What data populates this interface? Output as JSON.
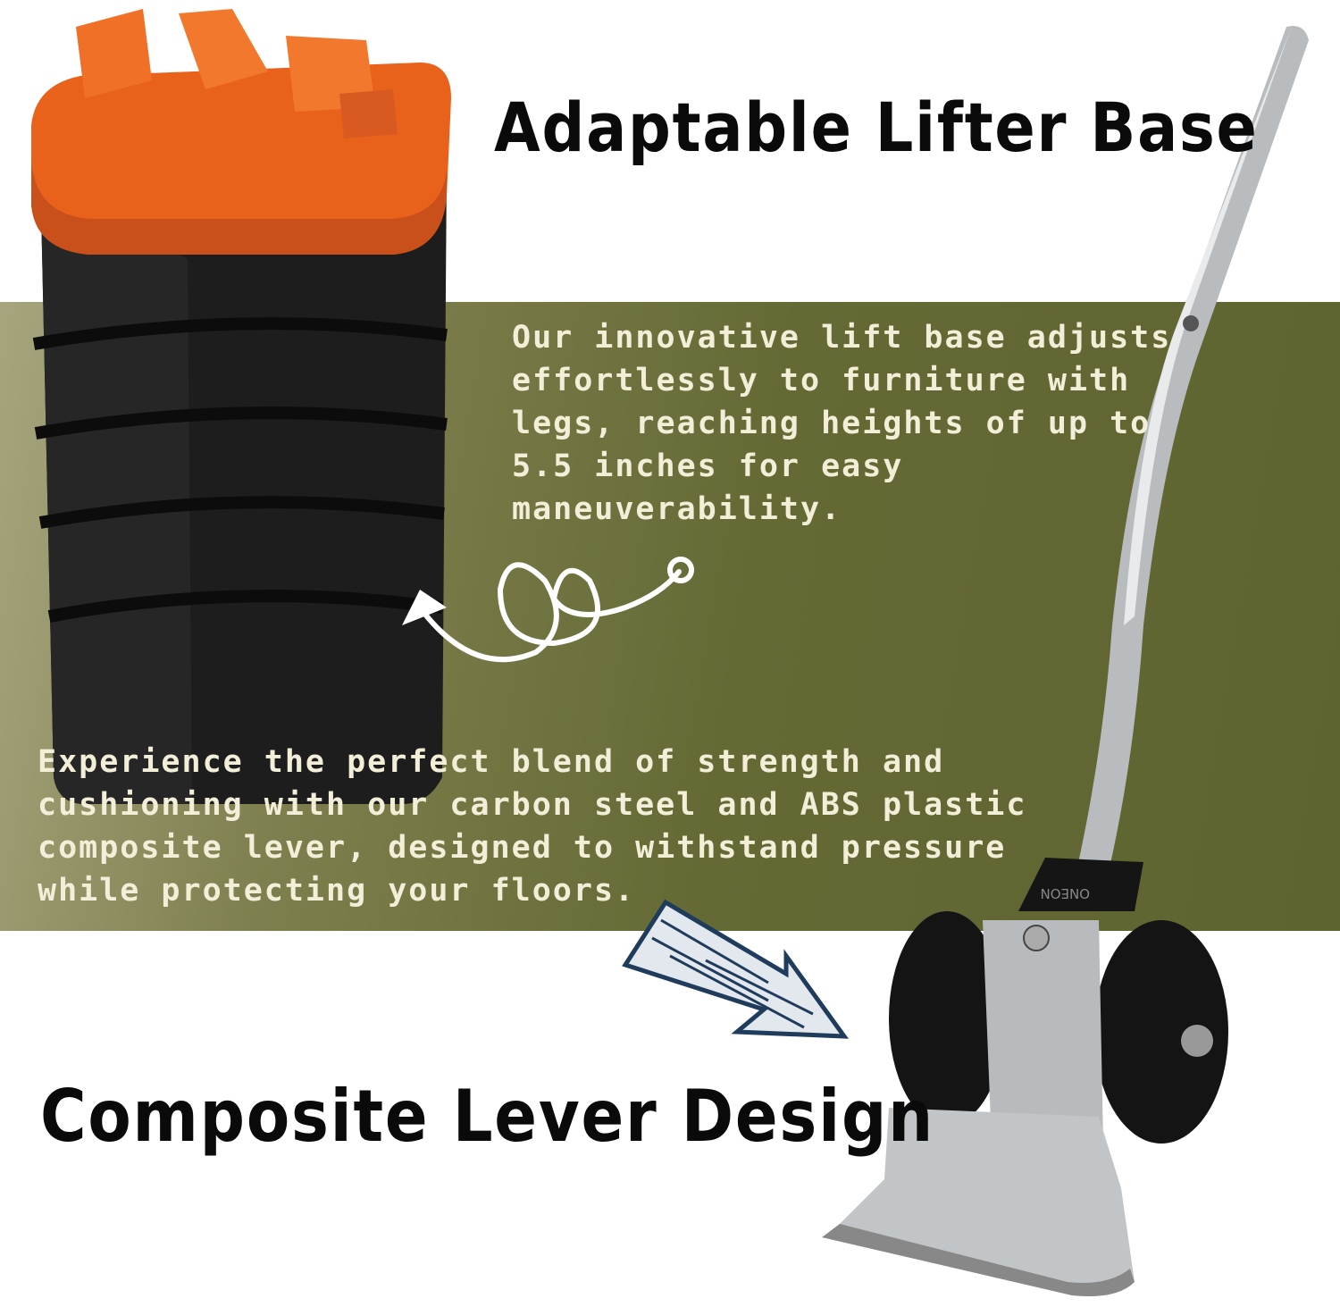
{
  "headings": {
    "top": "Adaptable Lifter Base",
    "bottom": "Composite Lever Design"
  },
  "paragraphs": {
    "lift_base": "Our innovative lift base adjusts effortlessly to furniture with legs, reaching heights of up to 5.5 inches for easy maneuverability.",
    "lever": "Experience the perfect blend of strength and cushioning with our carbon steel and ABS plastic composite lever, designed to withstand pressure while protecting your floors."
  },
  "logo_text": "ONEON",
  "colors": {
    "band": "#656a35",
    "lifter_top": "#e8621c",
    "lifter_body": "#1c1c1c",
    "arrow": "#1f3c5c"
  }
}
